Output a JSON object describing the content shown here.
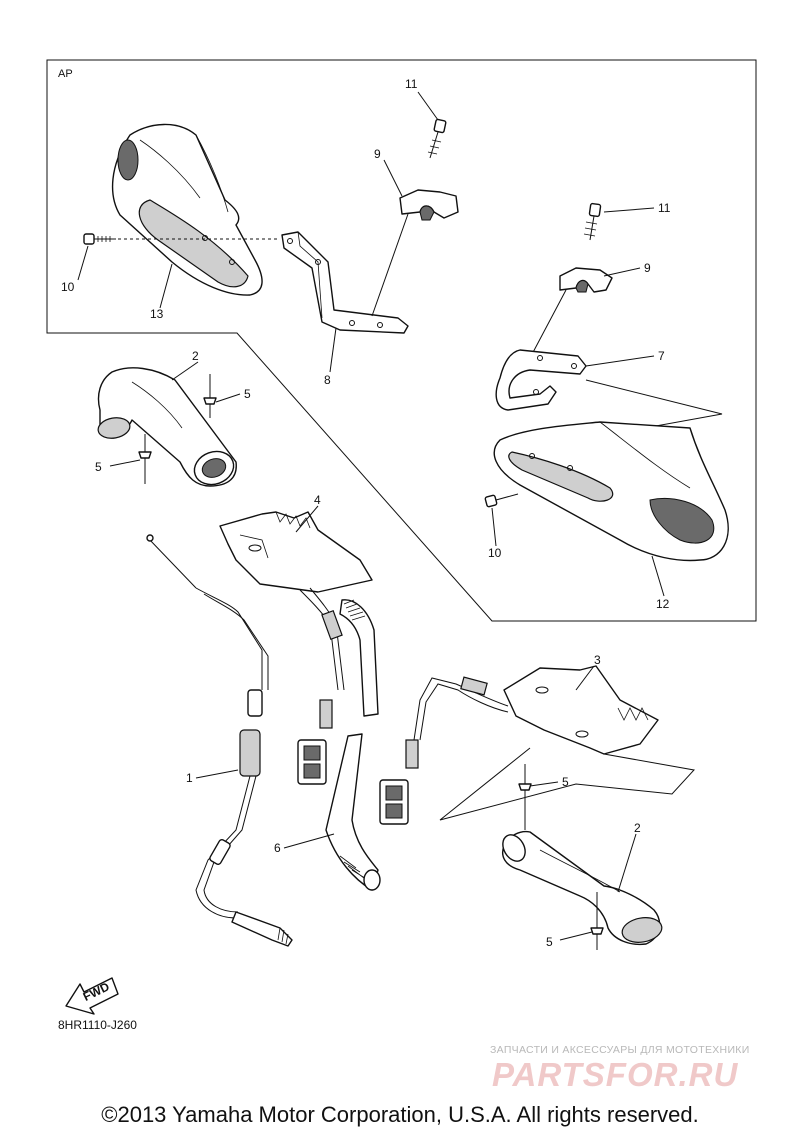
{
  "group_label": "AP",
  "callouts": {
    "c1": "1",
    "c2a": "2",
    "c2b": "2",
    "c3": "3",
    "c4": "4",
    "c5a": "5",
    "c5b": "5",
    "c5c": "5",
    "c5d": "5",
    "c6": "6",
    "c7": "7",
    "c8": "8",
    "c9a": "9",
    "c9b": "9",
    "c10a": "10",
    "c10b": "10",
    "c11a": "11",
    "c11b": "11",
    "c12": "12",
    "c13": "13"
  },
  "fwd_label": "FWD",
  "diagram_code": "8HR1110-J260",
  "watermark": {
    "tagline": "ЗАПЧАСТИ И АКСЕССУАРЫ ДЛЯ МОТОТЕХНИКИ",
    "logo": "PARTSFOR.RU"
  },
  "copyright": "©2013 Yamaha Motor Corporation, U.S.A. All rights reserved."
}
